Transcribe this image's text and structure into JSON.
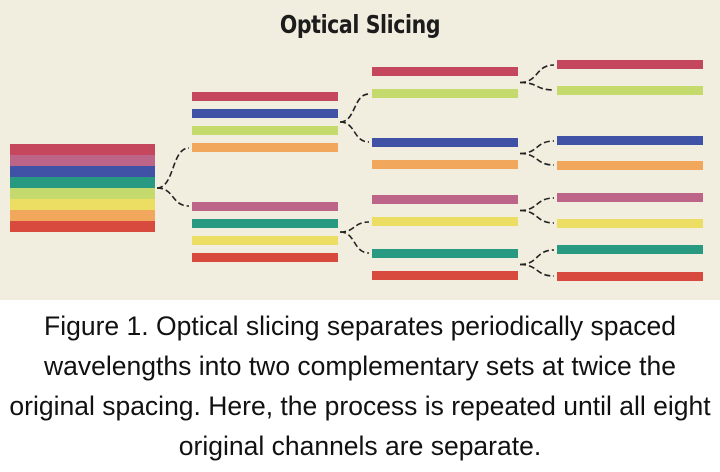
{
  "title": "Optical Slicing",
  "caption": "Figure 1. Optical slicing separates periodically spaced wavelengths into two complementary sets at twice the original spacing. Here, the process is repeated until all eight original channels are separate.",
  "colors": {
    "crimson": "#c4475d",
    "mauve": "#bd6588",
    "blue": "#3f52a5",
    "teal": "#299a82",
    "lime": "#c5da6d",
    "yellow": "#ecdd63",
    "orange": "#f1a85c",
    "red": "#d84a3d",
    "connector": "#222222",
    "background": "#f2eedf"
  },
  "stages": [
    {
      "name": "original",
      "groups": [
        [
          "crimson",
          "mauve",
          "blue",
          "teal",
          "lime",
          "yellow",
          "orange",
          "red"
        ]
      ]
    },
    {
      "name": "stage-1",
      "groups": [
        [
          "crimson",
          "blue",
          "lime",
          "orange"
        ],
        [
          "mauve",
          "teal",
          "yellow",
          "red"
        ]
      ]
    },
    {
      "name": "stage-2",
      "groups": [
        [
          "crimson",
          "lime"
        ],
        [
          "blue",
          "orange"
        ],
        [
          "mauve",
          "yellow"
        ],
        [
          "teal",
          "red"
        ]
      ]
    },
    {
      "name": "stage-3",
      "groups": [
        [
          "crimson"
        ],
        [
          "lime"
        ],
        [
          "blue"
        ],
        [
          "orange"
        ],
        [
          "mauve"
        ],
        [
          "yellow"
        ],
        [
          "teal"
        ],
        [
          "red"
        ]
      ]
    }
  ]
}
